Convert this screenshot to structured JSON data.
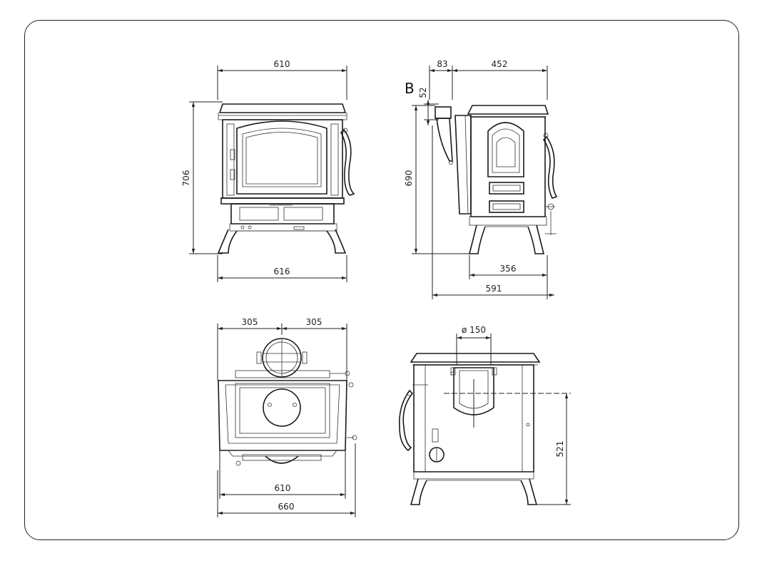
{
  "diagram": {
    "front": {
      "top_width": "610",
      "height": "706",
      "bottom_width": "616"
    },
    "side": {
      "b_label": "B",
      "b_offset": "52",
      "offset": "83",
      "depth": "452",
      "height": "690",
      "leg_span": "356",
      "total_depth": "591"
    },
    "top": {
      "left_half": "305",
      "right_half": "305",
      "body_width": "610",
      "total_width": "660"
    },
    "rear": {
      "flue_diameter": "ø 150",
      "flue_height": "521"
    }
  }
}
